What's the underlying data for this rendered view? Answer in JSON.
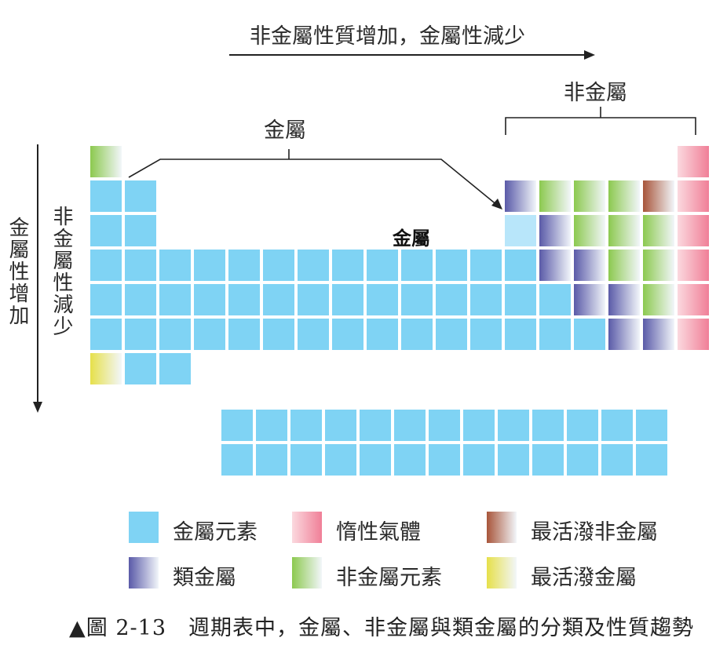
{
  "top_arrow_label": "非金屬性質增加，金屬性減少",
  "left_label_outer": "金屬性增加",
  "left_label_inner": "非金屬性減少",
  "bracket_metal_label": "金屬",
  "bracket_nonmetal_label": "非金屬",
  "center_metal_label": "金屬",
  "legend": [
    {
      "text": "金屬元素",
      "category": "metal"
    },
    {
      "text": "惰性氣體",
      "category": "noble"
    },
    {
      "text": "最活潑非金屬",
      "category": "reactive_nonmetal"
    },
    {
      "text": "類金屬",
      "category": "metalloid"
    },
    {
      "text": "非金屬元素",
      "category": "nonmetal"
    },
    {
      "text": "最活潑金屬",
      "category": "reactive_metal"
    }
  ],
  "caption": "▲圖 2-13　週期表中，金屬、非金屬與類金屬的分類及性質趨勢",
  "colors": {
    "metal": "#7fd3f4",
    "noble": "#f07f97",
    "reactive_nonmetal": "#a8553a",
    "metalloid": "#5a5aa8",
    "nonmetal": "#8cc94f",
    "reactive_metal": "#e6e04a"
  },
  "cells": [
    {
      "row": 1,
      "col": 1,
      "category": "nonmetal"
    },
    {
      "row": 1,
      "col": 18,
      "category": "noble"
    },
    {
      "row": 2,
      "col": 1,
      "category": "metal"
    },
    {
      "row": 2,
      "col": 2,
      "category": "metal"
    },
    {
      "row": 2,
      "col": 13,
      "category": "metalloid"
    },
    {
      "row": 2,
      "col": 14,
      "category": "nonmetal"
    },
    {
      "row": 2,
      "col": 15,
      "category": "nonmetal"
    },
    {
      "row": 2,
      "col": 16,
      "category": "nonmetal"
    },
    {
      "row": 2,
      "col": 17,
      "category": "reactive_nonmetal"
    },
    {
      "row": 2,
      "col": 18,
      "category": "noble"
    },
    {
      "row": 3,
      "col": 1,
      "category": "metal"
    },
    {
      "row": 3,
      "col": 2,
      "category": "metal"
    },
    {
      "row": 3,
      "col": 13,
      "category": "metal"
    },
    {
      "row": 3,
      "col": 14,
      "category": "metalloid"
    },
    {
      "row": 3,
      "col": 15,
      "category": "nonmetal"
    },
    {
      "row": 3,
      "col": 16,
      "category": "nonmetal"
    },
    {
      "row": 3,
      "col": 17,
      "category": "nonmetal"
    },
    {
      "row": 3,
      "col": 18,
      "category": "noble"
    },
    {
      "row": 4,
      "col": 1,
      "category": "metal"
    },
    {
      "row": 4,
      "col": 2,
      "category": "metal"
    },
    {
      "row": 4,
      "col": 3,
      "category": "metal"
    },
    {
      "row": 4,
      "col": 4,
      "category": "metal"
    },
    {
      "row": 4,
      "col": 5,
      "category": "metal"
    },
    {
      "row": 4,
      "col": 6,
      "category": "metal"
    },
    {
      "row": 4,
      "col": 7,
      "category": "metal"
    },
    {
      "row": 4,
      "col": 8,
      "category": "metal"
    },
    {
      "row": 4,
      "col": 9,
      "category": "metal"
    },
    {
      "row": 4,
      "col": 10,
      "category": "metal"
    },
    {
      "row": 4,
      "col": 11,
      "category": "metal"
    },
    {
      "row": 4,
      "col": 12,
      "category": "metal"
    },
    {
      "row": 4,
      "col": 13,
      "category": "metal"
    },
    {
      "row": 4,
      "col": 14,
      "category": "metalloid"
    },
    {
      "row": 4,
      "col": 15,
      "category": "metalloid"
    },
    {
      "row": 4,
      "col": 16,
      "category": "nonmetal"
    },
    {
      "row": 4,
      "col": 17,
      "category": "nonmetal"
    },
    {
      "row": 4,
      "col": 18,
      "category": "noble"
    },
    {
      "row": 5,
      "col": 1,
      "category": "metal"
    },
    {
      "row": 5,
      "col": 2,
      "category": "metal"
    },
    {
      "row": 5,
      "col": 3,
      "category": "metal"
    },
    {
      "row": 5,
      "col": 4,
      "category": "metal"
    },
    {
      "row": 5,
      "col": 5,
      "category": "metal"
    },
    {
      "row": 5,
      "col": 6,
      "category": "metal"
    },
    {
      "row": 5,
      "col": 7,
      "category": "metal"
    },
    {
      "row": 5,
      "col": 8,
      "category": "metal"
    },
    {
      "row": 5,
      "col": 9,
      "category": "metal"
    },
    {
      "row": 5,
      "col": 10,
      "category": "metal"
    },
    {
      "row": 5,
      "col": 11,
      "category": "metal"
    },
    {
      "row": 5,
      "col": 12,
      "category": "metal"
    },
    {
      "row": 5,
      "col": 13,
      "category": "metal"
    },
    {
      "row": 5,
      "col": 14,
      "category": "metal"
    },
    {
      "row": 5,
      "col": 15,
      "category": "metalloid"
    },
    {
      "row": 5,
      "col": 16,
      "category": "metalloid"
    },
    {
      "row": 5,
      "col": 17,
      "category": "nonmetal"
    },
    {
      "row": 5,
      "col": 18,
      "category": "noble"
    },
    {
      "row": 6,
      "col": 1,
      "category": "metal"
    },
    {
      "row": 6,
      "col": 2,
      "category": "metal"
    },
    {
      "row": 6,
      "col": 3,
      "category": "metal"
    },
    {
      "row": 6,
      "col": 4,
      "category": "metal"
    },
    {
      "row": 6,
      "col": 5,
      "category": "metal"
    },
    {
      "row": 6,
      "col": 6,
      "category": "metal"
    },
    {
      "row": 6,
      "col": 7,
      "category": "metal"
    },
    {
      "row": 6,
      "col": 8,
      "category": "metal"
    },
    {
      "row": 6,
      "col": 9,
      "category": "metal"
    },
    {
      "row": 6,
      "col": 10,
      "category": "metal"
    },
    {
      "row": 6,
      "col": 11,
      "category": "metal"
    },
    {
      "row": 6,
      "col": 12,
      "category": "metal"
    },
    {
      "row": 6,
      "col": 13,
      "category": "metal"
    },
    {
      "row": 6,
      "col": 14,
      "category": "metal"
    },
    {
      "row": 6,
      "col": 15,
      "category": "metal"
    },
    {
      "row": 6,
      "col": 16,
      "category": "metalloid"
    },
    {
      "row": 6,
      "col": 17,
      "category": "metalloid"
    },
    {
      "row": 6,
      "col": 18,
      "category": "noble"
    },
    {
      "row": 7,
      "col": 1,
      "category": "reactive_metal"
    },
    {
      "row": 7,
      "col": 2,
      "category": "metal"
    },
    {
      "row": 7,
      "col": 3,
      "category": "metal"
    },
    {
      "row": 8,
      "col": 1,
      "category": "metal"
    },
    {
      "row": 8,
      "col": 2,
      "category": "metal"
    },
    {
      "row": 8,
      "col": 3,
      "category": "metal"
    },
    {
      "row": 8,
      "col": 4,
      "category": "metal"
    },
    {
      "row": 8,
      "col": 5,
      "category": "metal"
    },
    {
      "row": 8,
      "col": 6,
      "category": "metal"
    },
    {
      "row": 8,
      "col": 7,
      "category": "metal"
    },
    {
      "row": 8,
      "col": 8,
      "category": "metal"
    },
    {
      "row": 8,
      "col": 9,
      "category": "metal"
    },
    {
      "row": 8,
      "col": 10,
      "category": "metal"
    },
    {
      "row": 8,
      "col": 11,
      "category": "metal"
    },
    {
      "row": 8,
      "col": 12,
      "category": "metal"
    },
    {
      "row": 8,
      "col": 13,
      "category": "metal"
    },
    {
      "row": 9,
      "col": 1,
      "category": "metal"
    },
    {
      "row": 9,
      "col": 2,
      "category": "metal"
    },
    {
      "row": 9,
      "col": 3,
      "category": "metal"
    },
    {
      "row": 9,
      "col": 4,
      "category": "metal"
    },
    {
      "row": 9,
      "col": 5,
      "category": "metal"
    },
    {
      "row": 9,
      "col": 6,
      "category": "metal"
    },
    {
      "row": 9,
      "col": 7,
      "category": "metal"
    },
    {
      "row": 9,
      "col": 8,
      "category": "metal"
    },
    {
      "row": 9,
      "col": 9,
      "category": "metal"
    },
    {
      "row": 9,
      "col": 10,
      "category": "metal"
    },
    {
      "row": 9,
      "col": 11,
      "category": "metal"
    },
    {
      "row": 9,
      "col": 12,
      "category": "metal"
    },
    {
      "row": 9,
      "col": 13,
      "category": "metal"
    }
  ]
}
